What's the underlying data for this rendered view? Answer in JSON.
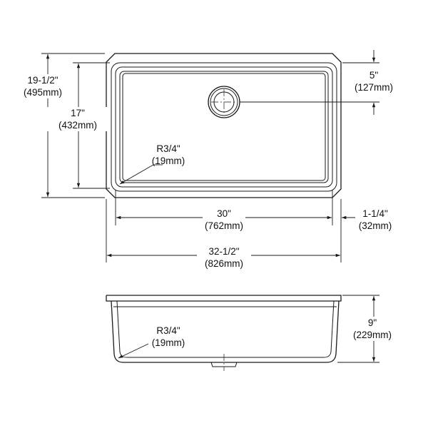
{
  "top_view": {
    "overall_depth": {
      "imperial": "19-1/2\"",
      "metric": "(495mm)"
    },
    "bowl_depth": {
      "imperial": "17\"",
      "metric": "(432mm)"
    },
    "drain_offset": {
      "imperial": "5\"",
      "metric": "(127mm)"
    },
    "corner_radius": {
      "imperial": "R3/4\"",
      "metric": "(19mm)"
    },
    "bowl_width": {
      "imperial": "30\"",
      "metric": "(762mm)"
    },
    "rim_width": {
      "imperial": "1-1/4\"",
      "metric": "(32mm)"
    },
    "overall_width": {
      "imperial": "32-1/2\"",
      "metric": "(826mm)"
    }
  },
  "side_view": {
    "corner_radius": {
      "imperial": "R3/4\"",
      "metric": "(19mm)"
    },
    "bowl_height": {
      "imperial": "9\"",
      "metric": "(229mm)"
    }
  }
}
